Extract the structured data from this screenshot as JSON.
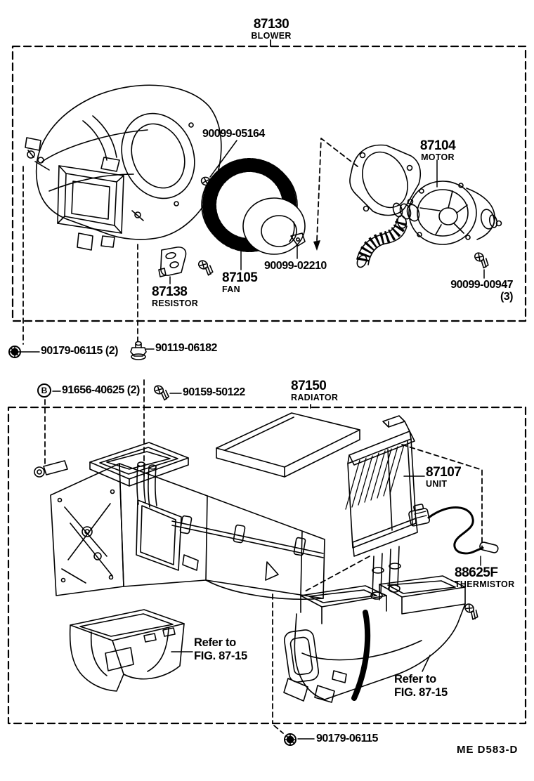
{
  "page": {
    "footer_code": "ME  D583-D",
    "ink": "#000000",
    "paper": "#ffffff"
  },
  "blower": {
    "code": "87130",
    "name": "BLOWER",
    "screw_label": "90099-05164",
    "motor_code": "87104",
    "motor_name": "MOTOR",
    "fan_code": "87105",
    "fan_name": "FAN",
    "fan_clip_label": "90099-02210",
    "resistor_code": "87138",
    "resistor_name": "RESISTOR",
    "motor_screw_label": "90099-00947",
    "motor_screw_qty": "(3)",
    "grommet_label": "90179-06115 (2)",
    "nut_label": "90119-06182"
  },
  "radiator": {
    "code": "87150",
    "name": "RADIATOR",
    "marker_b": "B",
    "bolt_b_label": "91656-40625 (2)",
    "screw_label": "90159-50122",
    "unit_code": "87107",
    "unit_name": "UNIT",
    "thermistor_code": "88625F",
    "thermistor_name": "THERMISTOR",
    "refer_note_1": {
      "line1": "Refer to",
      "line2": "FIG. 87-15"
    },
    "refer_note_2": {
      "line1": "Refer to",
      "line2": "FIG. 87-15"
    },
    "grommet_label": "90179-06115"
  }
}
